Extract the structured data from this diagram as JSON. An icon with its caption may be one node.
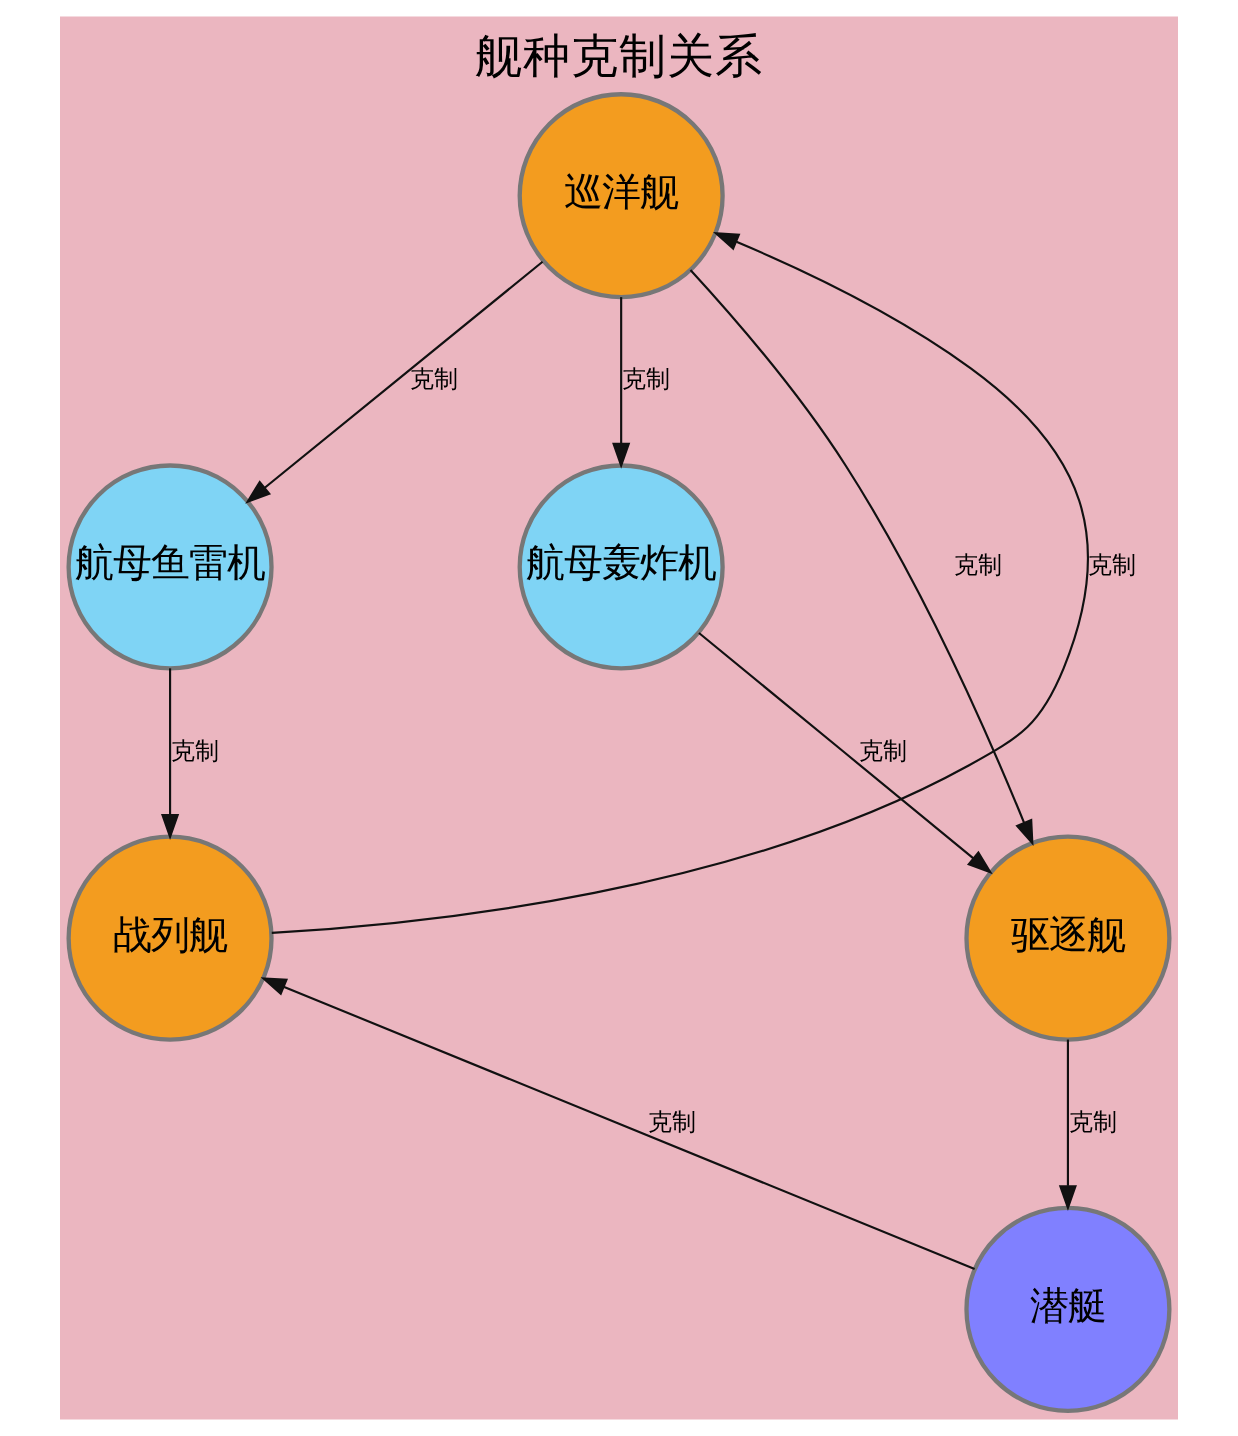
{
  "diagram": {
    "title": "舰种克制关系",
    "nodes": [
      {
        "text": [
          "巡洋舰"
        ]
      },
      {
        "text": [
          "航母鱼雷机"
        ]
      },
      {
        "text": [
          "航母轰炸机"
        ]
      },
      {
        "text": [
          "战列舰"
        ]
      },
      {
        "text": [
          "驱逐舰"
        ]
      },
      {
        "text": [
          "潜艇"
        ]
      }
    ],
    "edges": [
      {
        "from": 0,
        "to": 1,
        "arrow": "to",
        "label": "克制"
      },
      {
        "from": 0,
        "to": 2,
        "arrow": "to",
        "label": "克制"
      },
      {
        "from": 1,
        "to": 3,
        "arrow": "to",
        "label": "克制"
      },
      {
        "from": 3,
        "to": 0,
        "arrow": "to",
        "label": "克制"
      },
      {
        "from": 0,
        "to": 4,
        "arrow": "to",
        "label": "克制"
      },
      {
        "from": 2,
        "to": 4,
        "arrow": "to",
        "label": "克制"
      },
      {
        "from": 4,
        "to": 5,
        "arrow": "to",
        "label": "克制"
      },
      {
        "from": 5,
        "to": 3,
        "arrow": "to",
        "label": "克制"
      }
    ]
  }
}
